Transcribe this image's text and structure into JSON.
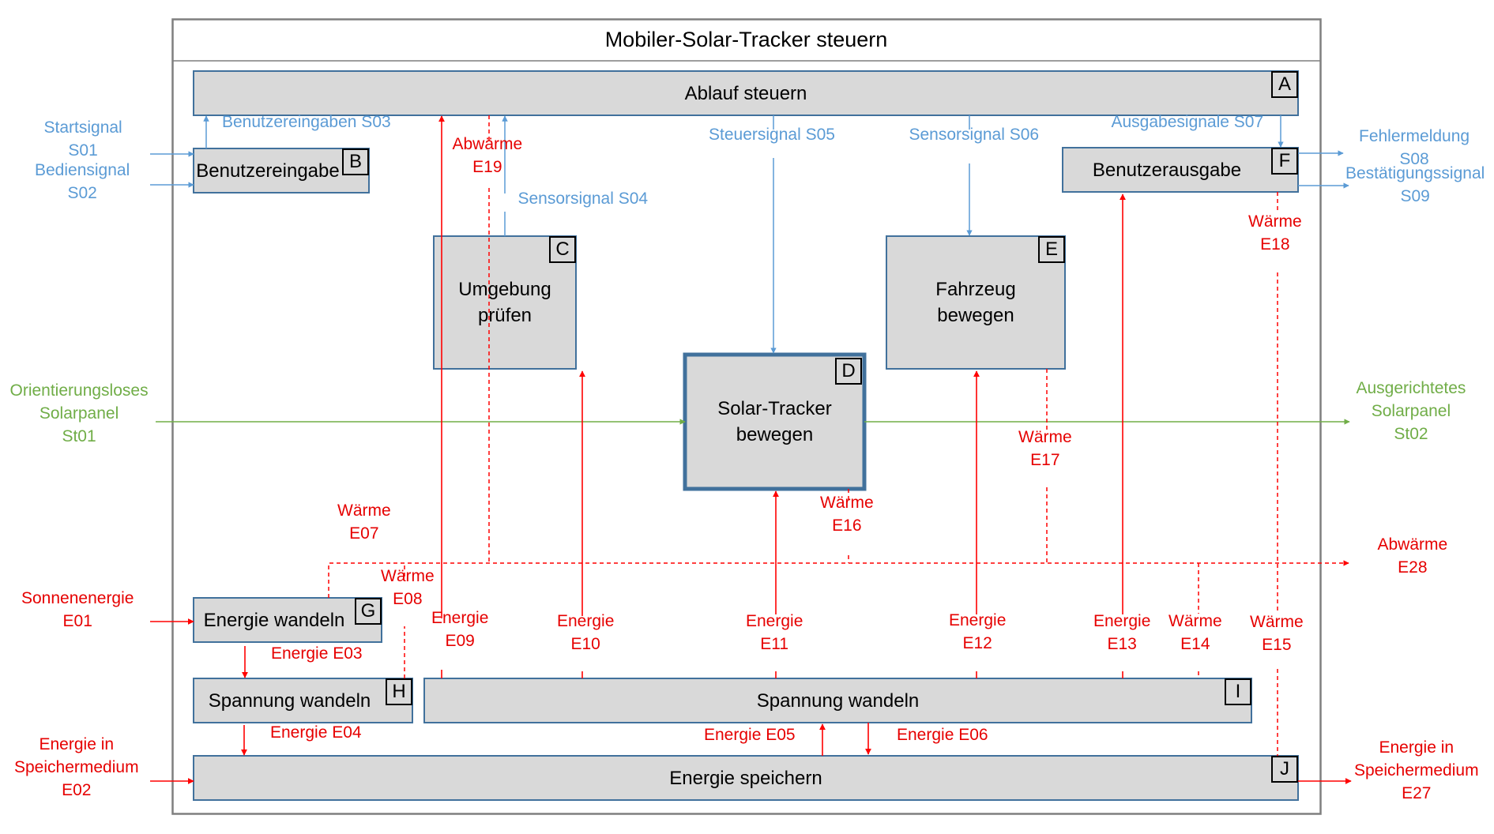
{
  "title": "Mobiler-Solar-Tracker steuern",
  "colors": {
    "signal": "#5B9BD5",
    "energy": "#E60000",
    "material": "#70AD47",
    "box_fill": "#D9D9D9",
    "box_border": "#41719C"
  },
  "functions": [
    {
      "id": "A",
      "label": "Ablauf steuern"
    },
    {
      "id": "B",
      "label": "Benutzereingabe"
    },
    {
      "id": "C",
      "label": "Umgebung prüfen"
    },
    {
      "id": "D",
      "label": "Solar-Tracker bewegen",
      "main": true
    },
    {
      "id": "E",
      "label": "Fahrzeug bewegen"
    },
    {
      "id": "F",
      "label": "Benutzerausgabe"
    },
    {
      "id": "G",
      "label": "Energie wandeln"
    },
    {
      "id": "H",
      "label": "Spannung wandeln"
    },
    {
      "id": "I",
      "label": "Spannung wandeln"
    },
    {
      "id": "J",
      "label": "Energie speichern"
    }
  ],
  "flows": {
    "signals": [
      {
        "id": "S01",
        "label": "Startsignal S01",
        "lines": [
          "Startsignal",
          "S01"
        ],
        "from": "extern",
        "to": "B"
      },
      {
        "id": "S02",
        "label": "Bediensignal S02",
        "lines": [
          "Bediensignal",
          "S02"
        ],
        "from": "extern",
        "to": "B"
      },
      {
        "id": "S03",
        "label": "Benutzereingaben S03",
        "lines": [
          "Benutzereingaben S03"
        ],
        "from": "B",
        "to": "A"
      },
      {
        "id": "S04",
        "label": "Sensorsignal S04",
        "lines": [
          "Sensorsignal S04"
        ],
        "from": "C",
        "to": "A"
      },
      {
        "id": "S05",
        "label": "Steuersignal S05",
        "lines": [
          "Steuersignal S05"
        ],
        "from": "A",
        "to": "D"
      },
      {
        "id": "S06",
        "label": "Sensorsignal S06",
        "lines": [
          "Sensorsignal S06"
        ],
        "from": "A",
        "to": "E"
      },
      {
        "id": "S07",
        "label": "Ausgabesignale S07",
        "lines": [
          "Ausgabesignale S07"
        ],
        "from": "A",
        "to": "F"
      },
      {
        "id": "S08",
        "label": "Fehlermeldung S08",
        "lines": [
          "Fehlermeldung",
          "S08"
        ],
        "from": "F",
        "to": "extern"
      },
      {
        "id": "S09",
        "label": "Bestätigungssignal S09",
        "lines": [
          "Bestätigungssignal",
          "S09"
        ],
        "from": "F",
        "to": "extern"
      }
    ],
    "materials": [
      {
        "id": "St01",
        "lines": [
          "Orientierungsloses",
          "Solarpanel",
          "St01"
        ],
        "from": "extern",
        "to": "D"
      },
      {
        "id": "St02",
        "lines": [
          "Ausgerichtetes",
          "Solarpanel",
          "St02"
        ],
        "from": "D",
        "to": "extern"
      }
    ],
    "energies": [
      {
        "id": "E01",
        "lines": [
          "Sonnenenergie",
          "E01"
        ],
        "from": "extern",
        "to": "G"
      },
      {
        "id": "E02",
        "lines": [
          "Energie in",
          "Speichermedium",
          "E02"
        ],
        "from": "extern",
        "to": "J"
      },
      {
        "id": "E03",
        "lines": [
          "Energie E03"
        ],
        "from": "G",
        "to": "H"
      },
      {
        "id": "E04",
        "lines": [
          "Energie E04"
        ],
        "from": "H",
        "to": "J"
      },
      {
        "id": "E05",
        "lines": [
          "Energie E05"
        ],
        "from": "J",
        "to": "I"
      },
      {
        "id": "E06",
        "lines": [
          "Energie E06"
        ],
        "from": "I",
        "to": "J"
      },
      {
        "id": "E07",
        "lines": [
          "Wärme",
          "E07"
        ],
        "from": "G",
        "to": "waste"
      },
      {
        "id": "E08",
        "lines": [
          "Wärme",
          "E08"
        ],
        "from": "H",
        "to": "waste"
      },
      {
        "id": "E09",
        "lines": [
          "Energie",
          "E09"
        ],
        "from": "I",
        "to": "A"
      },
      {
        "id": "E10",
        "lines": [
          "Energie",
          "E10"
        ],
        "from": "I",
        "to": "C"
      },
      {
        "id": "E11",
        "lines": [
          "Energie",
          "E11"
        ],
        "from": "I",
        "to": "D"
      },
      {
        "id": "E12",
        "lines": [
          "Energie",
          "E12"
        ],
        "from": "I",
        "to": "E"
      },
      {
        "id": "E13",
        "lines": [
          "Energie",
          "E13"
        ],
        "from": "I",
        "to": "F"
      },
      {
        "id": "E14",
        "lines": [
          "Wärme",
          "E14"
        ],
        "from": "I",
        "to": "waste"
      },
      {
        "id": "E15",
        "lines": [
          "Wärme",
          "E15"
        ],
        "from": "J",
        "to": "waste"
      },
      {
        "id": "E16",
        "lines": [
          "Wärme",
          "E16"
        ],
        "from": "D",
        "to": "waste"
      },
      {
        "id": "E17",
        "lines": [
          "Wärme",
          "E17"
        ],
        "from": "E",
        "to": "waste"
      },
      {
        "id": "E18",
        "lines": [
          "Wärme",
          "E18"
        ],
        "from": "F",
        "to": "waste"
      },
      {
        "id": "E19",
        "lines": [
          "Abwärme",
          "E19"
        ],
        "from": "A",
        "to": "waste"
      },
      {
        "id": "E27",
        "lines": [
          "Energie in",
          "Speichermedium",
          "E27"
        ],
        "from": "J",
        "to": "extern"
      },
      {
        "id": "E28",
        "lines": [
          "Abwärme",
          "E28"
        ],
        "from": "waste",
        "to": "extern"
      }
    ]
  }
}
